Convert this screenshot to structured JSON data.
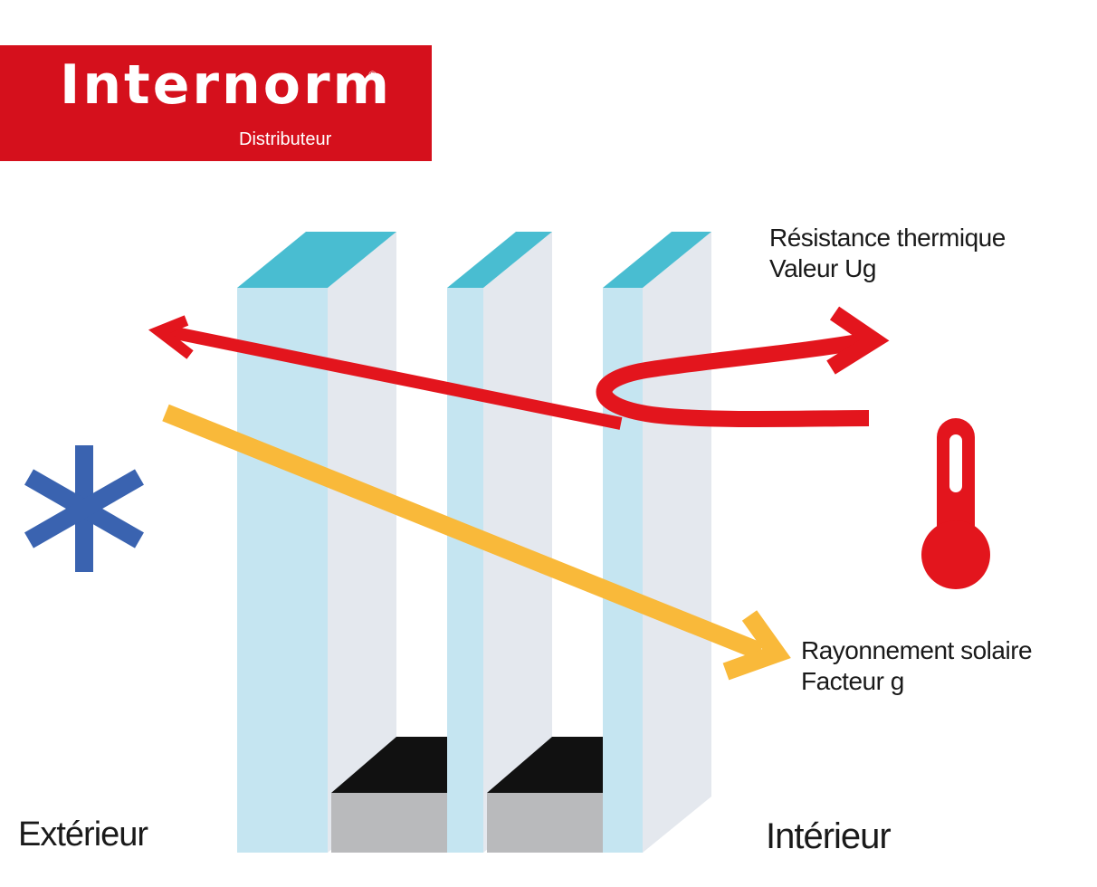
{
  "logo": {
    "name": "Internorm",
    "registered": "®",
    "subtitle": "Distributeur",
    "color": "#d5101c"
  },
  "labels": {
    "thermal_line1": "Résistance thermique",
    "thermal_line2": "Valeur Ug",
    "solar_line1": "Rayonnement solaire",
    "solar_line2": "Facteur g",
    "exterior": "Extérieur",
    "interior": "Intérieur"
  },
  "colors": {
    "glass_face": "#c5e5f1",
    "glass_side": "#e4e8ee",
    "glass_top": "#49bdd1",
    "heat_arrow": "#e3151d",
    "solar_arrow": "#f9b93a",
    "cold_icon": "#3a63b0",
    "spacer_top": "#111111",
    "spacer_front": "#b9babc"
  },
  "icons": [
    "snowflake-icon",
    "thermometer-icon"
  ]
}
